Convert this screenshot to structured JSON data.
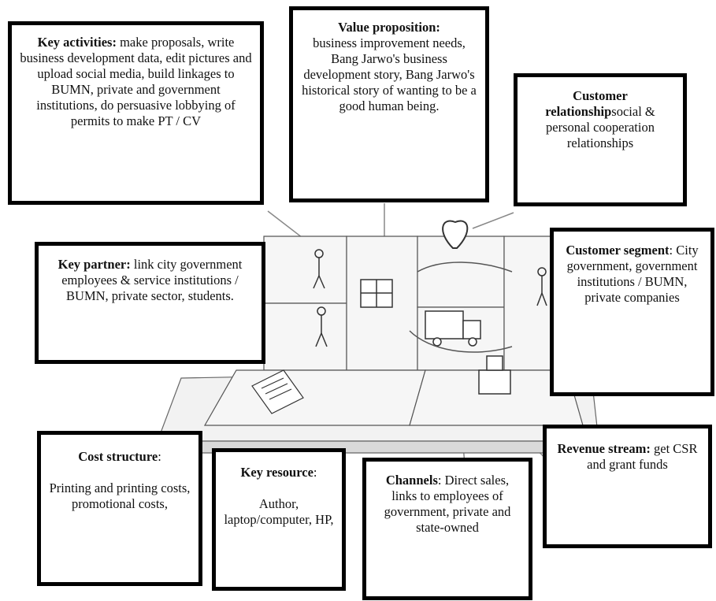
{
  "blocks": {
    "key_activities": {
      "label": "Key activities:",
      "text": " make proposals, write business development data, edit pictures and upload social media, build linkages to BUMN, private and government institutions, do persuasive lobbying of permits to make PT / CV"
    },
    "value_proposition": {
      "label": "Value proposition:",
      "text": "business improvement needs, Bang Jarwo's business development story, Bang Jarwo's historical story of wanting to be a good human being."
    },
    "customer_relationship": {
      "label": "Customer relationship",
      "text": "social & personal cooperation relationships"
    },
    "key_partner": {
      "label": "Key partner:",
      "text": " link city government employees & service institutions / BUMN, private sector, students."
    },
    "customer_segment": {
      "label": "Customer segment",
      "text": ": City government, government institutions / BUMN, private companies"
    },
    "cost_structure": {
      "label": "Cost structure",
      "text_colon": ":",
      "text": "Printing and printing costs, promotional costs,"
    },
    "key_resource": {
      "label": "Key resource",
      "text_colon": ":",
      "text": "Author, laptop/computer, HP,"
    },
    "channels": {
      "label": "Channels",
      "text": ": Direct sales, links to employees of government, private and state-owned"
    },
    "revenue_stream": {
      "label": "Revenue stream:",
      "text": " get CSR and grant funds"
    }
  }
}
